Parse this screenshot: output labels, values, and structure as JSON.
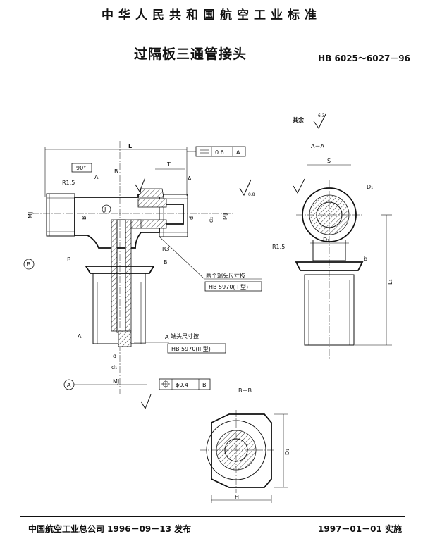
{
  "header": {
    "standard_title": "中华人民共和国航空工业标准",
    "doc_title": "过隔板三通管接头",
    "doc_code": "HB 6025～6027－96"
  },
  "drawing": {
    "roughness_note": "其余",
    "roughness_value": "6.3",
    "roughness_value_2": "0.8",
    "main_view": {
      "dim_L": "L",
      "dim_T": "T",
      "angle": "90°",
      "radius_1": "R1.5",
      "radius_3": "R3",
      "dim_MJ": "MJ",
      "dim_B": "B",
      "dim_d": "d",
      "dim_d1": "d₁",
      "dim_d2": "d₂",
      "label_A": "A",
      "label_B": "B",
      "label_J": "J",
      "flatness_value": "0.6",
      "flatness_datum": "A",
      "position_value": "ϕ0.4",
      "position_datum": "B",
      "note_two_ends": "两个端头尺寸按",
      "note_two_ends_ref": "HB 5970( I 型)",
      "note_end": "端头尺寸按",
      "note_end_ref": "HB 5970(II 型)"
    },
    "section_AA": {
      "title": "A－A",
      "dim_S": "S",
      "dim_D1": "D₁",
      "dim_b": "b",
      "dim_L1": "L₁",
      "radius": "R1.5"
    },
    "section_BB": {
      "title": "B－B",
      "dim_H": "H",
      "dim_D1": "D₁"
    }
  },
  "footer": {
    "issued": "中国航空工业总公司 1996－09－13 发布",
    "effective": "1997－01－01 实施"
  }
}
